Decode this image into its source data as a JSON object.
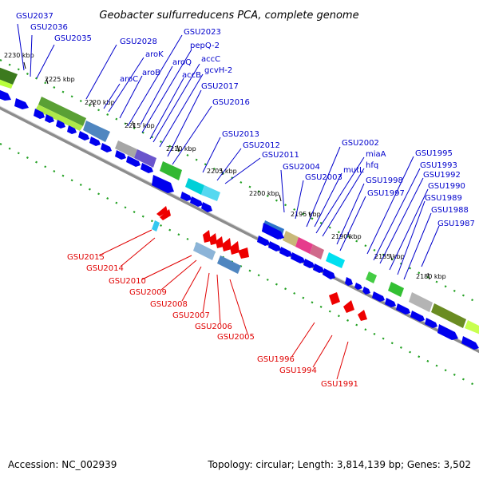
{
  "title": "Geobacter sulfurreducens PCA, complete genome",
  "footer": {
    "accession": "Accession: NC_002939",
    "topology": "Topology: circular; Length: 3,814,139 bp; Genes: 3,502"
  },
  "colors": {
    "forward_label": "#0000cc",
    "reverse_label": "#e00000",
    "cds_forward": "#0000ee",
    "cds_reverse": "#ee0000",
    "backbone": "#8c8c8c",
    "ticks": "#22a022"
  },
  "kbp_marks": [
    "2230 kbp",
    "2225 kbp",
    "2220 kbp",
    "2215 kbp",
    "2210 kbp",
    "2205 kbp",
    "2200 kbp",
    "2195 kbp",
    "2190 kbp",
    "2185 kbp",
    "2180 kbp"
  ],
  "forward_labels": [
    "GSU2037",
    "GSU2036",
    "GSU2035",
    "GSU2028",
    "aroK",
    "aroB",
    "aroC",
    "GSU2023",
    "pepQ-2",
    "aroQ",
    "accC",
    "gcvH-2",
    "accB",
    "GSU2017",
    "GSU2016",
    "GSU2013",
    "GSU2012",
    "GSU2011",
    "GSU2004",
    "GSU2003",
    "GSU2002",
    "miaA",
    "hfq",
    "mutL",
    "GSU1998",
    "GSU1997",
    "GSU1995",
    "GSU1993",
    "GSU1992",
    "GSU1990",
    "GSU1989",
    "GSU1988",
    "GSU1987"
  ],
  "reverse_labels": [
    "GSU2015",
    "GSU2014",
    "GSU2010",
    "GSU2009",
    "GSU2008",
    "GSU2007",
    "GSU2006",
    "GSU2005",
    "GSU1996",
    "GSU1994",
    "GSU1991"
  ]
}
